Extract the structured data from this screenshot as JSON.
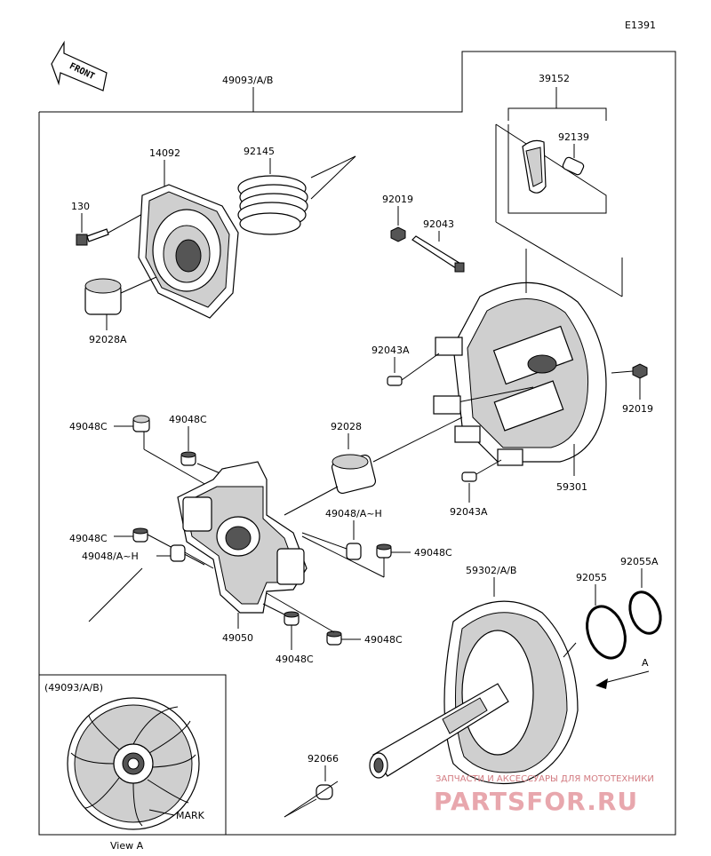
{
  "diagram_code": "E1391",
  "front_label": "FRONT",
  "assembly_label": "49093/A/B",
  "parts": {
    "p130": "130",
    "p14092": "14092",
    "p92145": "92145",
    "p92028A": "92028A",
    "p39152": "39152",
    "p92139": "92139",
    "p92019_top": "92019",
    "p92043": "92043",
    "p92043A_top": "92043A",
    "p92019_right": "92019",
    "p59301": "59301",
    "p92043A_bottom": "92043A",
    "p49048C_1": "49048C",
    "p49048C_2": "49048C",
    "p92028": "92028",
    "p49048AH_right": "49048/A~H",
    "p49048C_3": "49048C",
    "p49048AH_left": "49048/A~H",
    "p49048C_4": "49048C",
    "p49050": "49050",
    "p49048C_5": "49048C",
    "p49048C_6": "49048C",
    "p59302": "59302/A/B",
    "p92055": "92055",
    "p92055A": "92055A",
    "p92066": "92066"
  },
  "view": {
    "title": "(49093/A/B)",
    "caption": "View A",
    "mark": "MARK",
    "arrow_label": "A"
  },
  "watermark": {
    "subtitle": "ЗАПЧАСТИ И АКСЕССУАРЫ ДЛЯ МОТОТЕХНИКИ",
    "brand": "PARTSFOR.RU"
  }
}
